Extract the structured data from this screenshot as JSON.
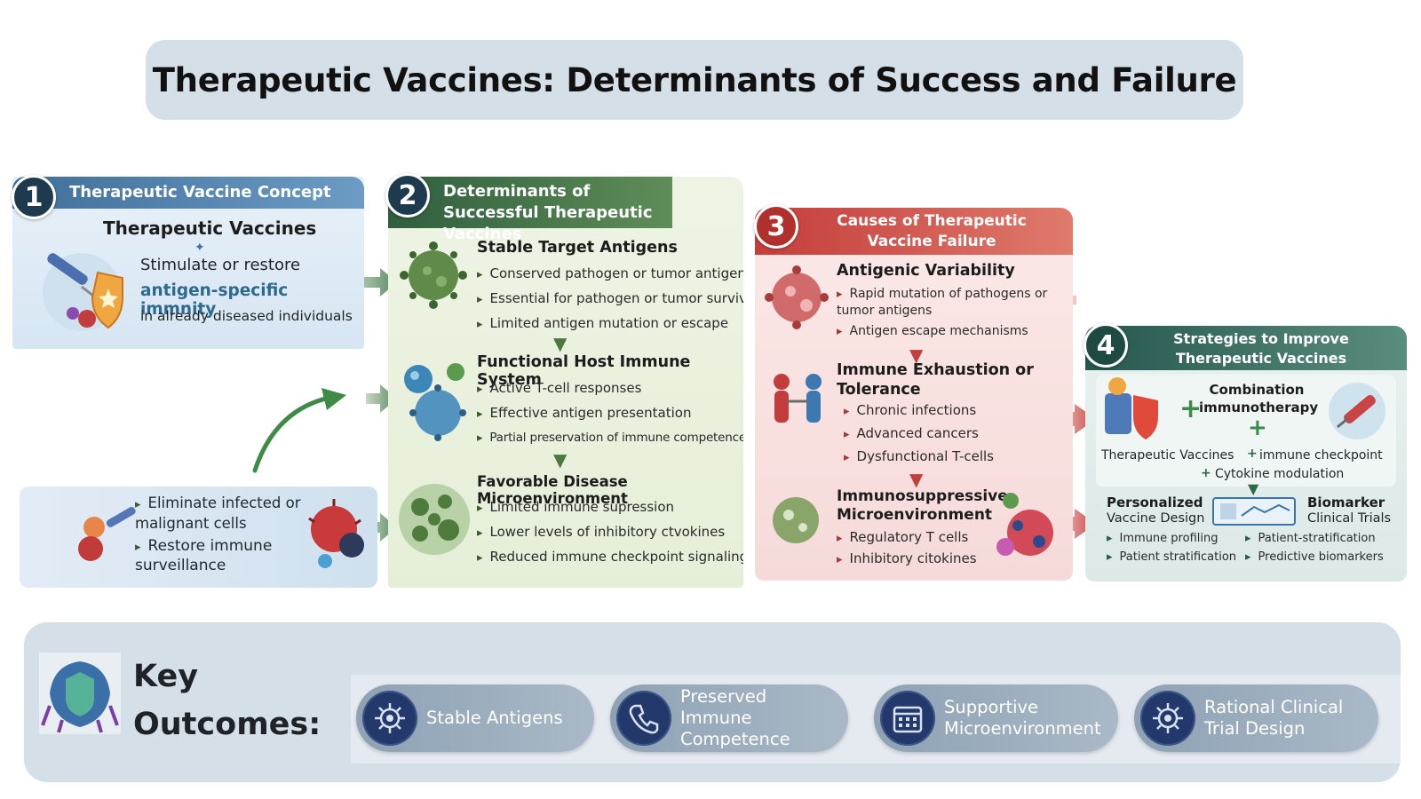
{
  "title": "Therapeutic Vaccines: Determinants of Success and Failure",
  "panel1": {
    "number": "1",
    "header": "Therapeutic Vaccine Concept",
    "heading": "Therapeutic Vaccines",
    "line1": "Stimulate or restore",
    "line2": "antigen-specific immnity",
    "line3": "in already diseased individuals",
    "goals": [
      "Eliminate infected or malignant cells",
      "Restore immune surveillance"
    ]
  },
  "panel2": {
    "number": "2",
    "header": "Determinants of Successful Therapeutic Vaccines",
    "sections": [
      {
        "title": "Stable Target Antigens",
        "bullets": [
          "Conserved pathogen or tumor antigens",
          "Essential for pathogen or tumor survival",
          "Limited antigen mutation or escape"
        ]
      },
      {
        "title": "Functional Host Immune System",
        "bullets": [
          "Active T-cell responses",
          "Effective antigen presentation",
          "Partial preservation of immune competence"
        ]
      },
      {
        "title": "Favorable Disease Microenvironment",
        "bullets": [
          "Limited immune supression",
          "Lower levels of inhibitory ctvokines",
          "Reduced immune checkpoint signaling."
        ]
      }
    ]
  },
  "panel3": {
    "number": "3",
    "header": "Causes of Therapeutic Vaccine Failure",
    "sections": [
      {
        "title": "Antigenic Variability",
        "bullets": [
          "Rapid mutation of pathogens or tumor antigens",
          "Antigen escape mechanisms"
        ]
      },
      {
        "title": "Immune Exhaustion or Tolerance",
        "bullets": [
          "Chronic infections",
          "Advanced cancers",
          "Dysfunctional T-cells"
        ]
      },
      {
        "title": "Immunosuppressive Microenvironment",
        "bullets": [
          "Regulatory T cells",
          "Inhibitory citokines"
        ]
      }
    ]
  },
  "panel4": {
    "number": "4",
    "header": "Strategies to Improve Therapeutic Vaccines",
    "combo_title": "Combination immunotherapy",
    "combo_items": [
      "Therapeutic Vaccines",
      "immune checkpoint",
      "Cytokine modulation"
    ],
    "personalized_title": "Personalized",
    "personalized_sub": "Vaccine Design",
    "personalized_bullets": [
      "Immune profiling",
      "Patient stratification"
    ],
    "biomarker_title": "Biomarker",
    "biomarker_sub": "Clinical Trials",
    "biomarker_bullets": [
      "Patient-stratification",
      "Predictive biomarkers"
    ]
  },
  "key": {
    "title": "Key Outcomes:",
    "outcomes": [
      {
        "label": "Stable Antigens",
        "icon": "virus-gear-icon"
      },
      {
        "label": "Preserved Immune Competence",
        "icon": "phone-icon"
      },
      {
        "label": "Supportive Microenvironment",
        "icon": "calendar-icon"
      },
      {
        "label": "Rational Clinical Trial Design",
        "icon": "virus-gear-icon"
      }
    ]
  },
  "colors": {
    "panel1_header": "#4f7fa9",
    "panel2_header": "#3f6e48",
    "panel3_header": "#cf4e47",
    "panel4_header": "#336a5f",
    "key_pill_icon": "#23396b"
  }
}
